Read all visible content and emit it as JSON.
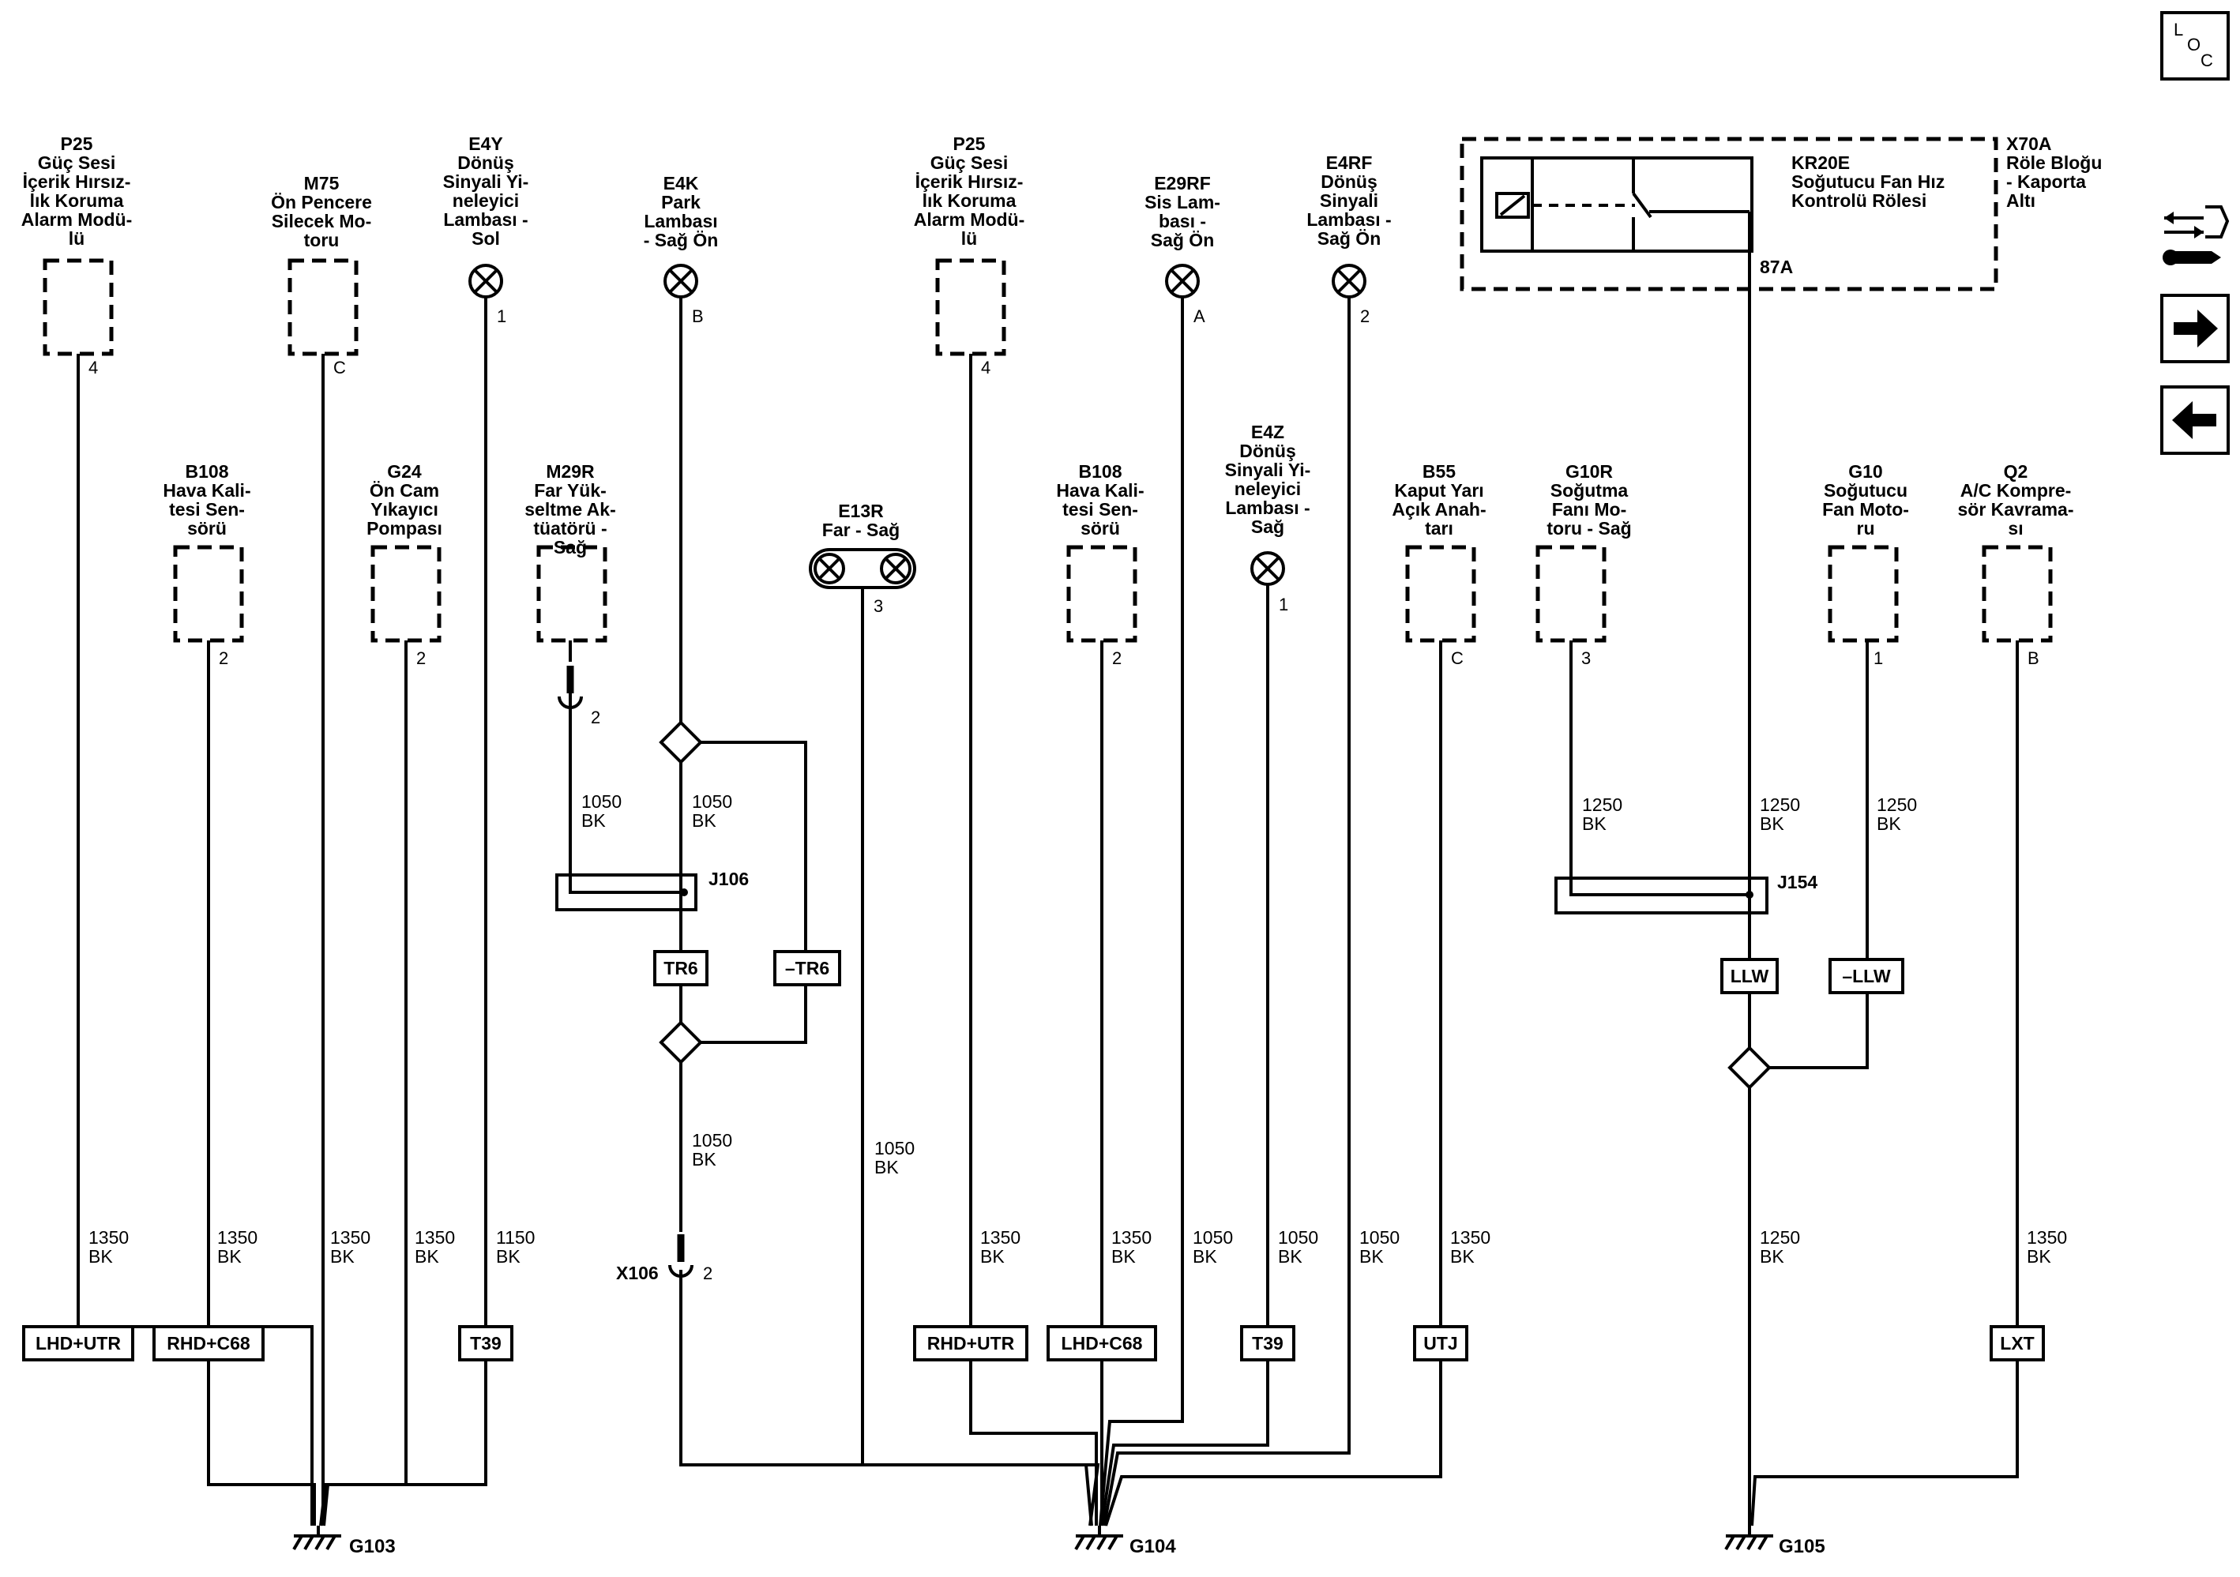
{
  "components": [
    {
      "id": "p25-left",
      "kind": "module",
      "lines": [
        "P25",
        "Güç Sesi",
        "İçerik Hırsız-",
        "lık Koruma",
        "Alarm Modü-",
        "lü"
      ],
      "pin": "4"
    },
    {
      "id": "m75",
      "kind": "module",
      "lines": [
        "M75",
        "Ön Pencere",
        "Silecek Mo-",
        "toru"
      ],
      "pin": "C"
    },
    {
      "id": "e4y",
      "kind": "lamp",
      "lines": [
        "E4Y",
        "Dönüş",
        "Sinyali Yi-",
        "neleyici",
        "Lambası -",
        "Sol"
      ],
      "pin": "1"
    },
    {
      "id": "e4k",
      "kind": "lamp",
      "lines": [
        "E4K",
        "Park",
        "Lambası",
        "- Sağ Ön"
      ],
      "pin": "B"
    },
    {
      "id": "p25-right",
      "kind": "module",
      "lines": [
        "P25",
        "Güç Sesi",
        "İçerik Hırsız-",
        "lık Koruma",
        "Alarm Modü-",
        "lü"
      ],
      "pin": "4"
    },
    {
      "id": "e29rf",
      "kind": "lamp",
      "lines": [
        "E29RF",
        "Sis Lam-",
        "bası -",
        "Sağ Ön"
      ],
      "pin": "A"
    },
    {
      "id": "e4rf",
      "kind": "lamp",
      "lines": [
        "E4RF",
        "Dönüş",
        "Sinyali",
        "Lambası -",
        "Sağ Ön"
      ],
      "pin": "2"
    },
    {
      "id": "b108-left",
      "kind": "module",
      "lines": [
        "B108",
        "Hava Kali-",
        "tesi Sen-",
        "sörü"
      ],
      "pin": "2"
    },
    {
      "id": "g24",
      "kind": "module",
      "lines": [
        "G24",
        "Ön Cam",
        "Yıkayıcı",
        "Pompası"
      ],
      "pin": "2"
    },
    {
      "id": "m29r",
      "kind": "module",
      "lines": [
        "M29R",
        "Far Yük-",
        "seltme Ak-",
        "tüatörü -",
        "Sağ"
      ],
      "pin": "2"
    },
    {
      "id": "e13r",
      "kind": "headlamp",
      "lines": [
        "E13R",
        "Far  - Sağ"
      ],
      "pin": "3"
    },
    {
      "id": "b108-right",
      "kind": "module",
      "lines": [
        "B108",
        "Hava Kali-",
        "tesi Sen-",
        "sörü"
      ],
      "pin": "2"
    },
    {
      "id": "e4z",
      "kind": "lamp",
      "lines": [
        "E4Z",
        "Dönüş",
        "Sinyali Yi-",
        "neleyici",
        "Lambası -",
        "Sağ"
      ],
      "pin": "1"
    },
    {
      "id": "b55",
      "kind": "module",
      "lines": [
        "B55",
        "Kaput Yarı",
        "Açık Anah-",
        "tarı"
      ],
      "pin": "C"
    },
    {
      "id": "g10r",
      "kind": "module",
      "lines": [
        "G10R",
        "Soğutma",
        "Fanı Mo-",
        "toru - Sağ"
      ],
      "pin": "3"
    },
    {
      "id": "g10",
      "kind": "module",
      "lines": [
        "G10",
        "Soğutucu",
        "Fan Moto-",
        "ru"
      ],
      "pin": "1"
    },
    {
      "id": "q2",
      "kind": "module",
      "lines": [
        "Q2",
        "A/C Kompre-",
        "sör Kavrama-",
        "sı"
      ],
      "pin": "B"
    }
  ],
  "relay": {
    "id": "KR20E",
    "lines": [
      "KR20E",
      "Soğutucu Fan Hız",
      "Kontrolü Rölesi"
    ],
    "block_lines": [
      "X70A",
      "Röle Bloğu",
      "- Kaporta",
      "Altı"
    ],
    "pin": "87A"
  },
  "wires": [
    {
      "id": "w-p25l",
      "size": "1350",
      "color": "BK"
    },
    {
      "id": "w-b108l",
      "size": "1350",
      "color": "BK"
    },
    {
      "id": "w-m75",
      "size": "1350",
      "color": "BK"
    },
    {
      "id": "w-g24",
      "size": "1350",
      "color": "BK"
    },
    {
      "id": "w-e4y",
      "size": "1150",
      "color": "BK"
    },
    {
      "id": "w-m29r",
      "size": "1050",
      "color": "BK"
    },
    {
      "id": "w-e4k-top",
      "size": "1050",
      "color": "BK"
    },
    {
      "id": "w-e4k-mid",
      "size": "1050",
      "color": "BK"
    },
    {
      "id": "w-e13r",
      "size": "1050",
      "color": "BK"
    },
    {
      "id": "w-p25r",
      "size": "1350",
      "color": "BK"
    },
    {
      "id": "w-b108r",
      "size": "1350",
      "color": "BK"
    },
    {
      "id": "w-e29rf",
      "size": "1050",
      "color": "BK"
    },
    {
      "id": "w-e4z",
      "size": "1050",
      "color": "BK"
    },
    {
      "id": "w-e4rf",
      "size": "1050",
      "color": "BK"
    },
    {
      "id": "w-b55",
      "size": "1350",
      "color": "BK"
    },
    {
      "id": "w-g10r",
      "size": "1250",
      "color": "BK"
    },
    {
      "id": "w-relay",
      "size": "1250",
      "color": "BK"
    },
    {
      "id": "w-g10",
      "size": "1250",
      "color": "BK"
    },
    {
      "id": "w-g105",
      "size": "1250",
      "color": "BK"
    },
    {
      "id": "w-q2",
      "size": "1350",
      "color": "BK"
    }
  ],
  "option_labels": [
    "LHD+UTR",
    "RHD+C68",
    "T39",
    "RHD+UTR",
    "LHD+C68",
    "T39",
    "UTJ",
    "LXT",
    "TR6",
    "–TR6",
    "LLW",
    "–LLW"
  ],
  "splices": [
    {
      "id": "J106",
      "label": "J106"
    },
    {
      "id": "J154",
      "label": "J154"
    }
  ],
  "connector": {
    "id": "X106",
    "label": "X106",
    "pin": "2"
  },
  "grounds": [
    "G103",
    "G104",
    "G105"
  ],
  "nav": {
    "loc": [
      "L",
      "O",
      "C"
    ]
  }
}
